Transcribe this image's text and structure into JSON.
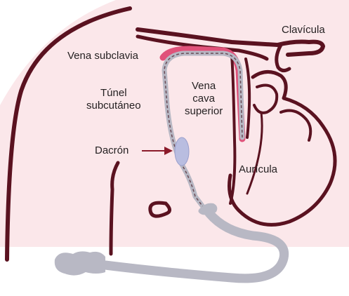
{
  "labels": {
    "clavicle": "Clavícula",
    "subclavian_vein": "Vena subclavia",
    "subcutaneous_tunnel_line1": "Túnel",
    "subcutaneous_tunnel_line2": "subcutáneo",
    "superior_vena_cava_line1": "Vena",
    "superior_vena_cava_line2": "cava",
    "superior_vena_cava_line3": "superior",
    "dacron": "Dacrón",
    "atrium": "Aurícula"
  },
  "colors": {
    "background_tint": "#fbe7ea",
    "outline": "#5a1220",
    "vein": "#e0527a",
    "catheter": "#b8b8c4",
    "catheter_dash": "#6a4a55",
    "dacron_cuff": "#b9bde0",
    "arrow": "#8b1a2a",
    "text": "#231f20"
  }
}
